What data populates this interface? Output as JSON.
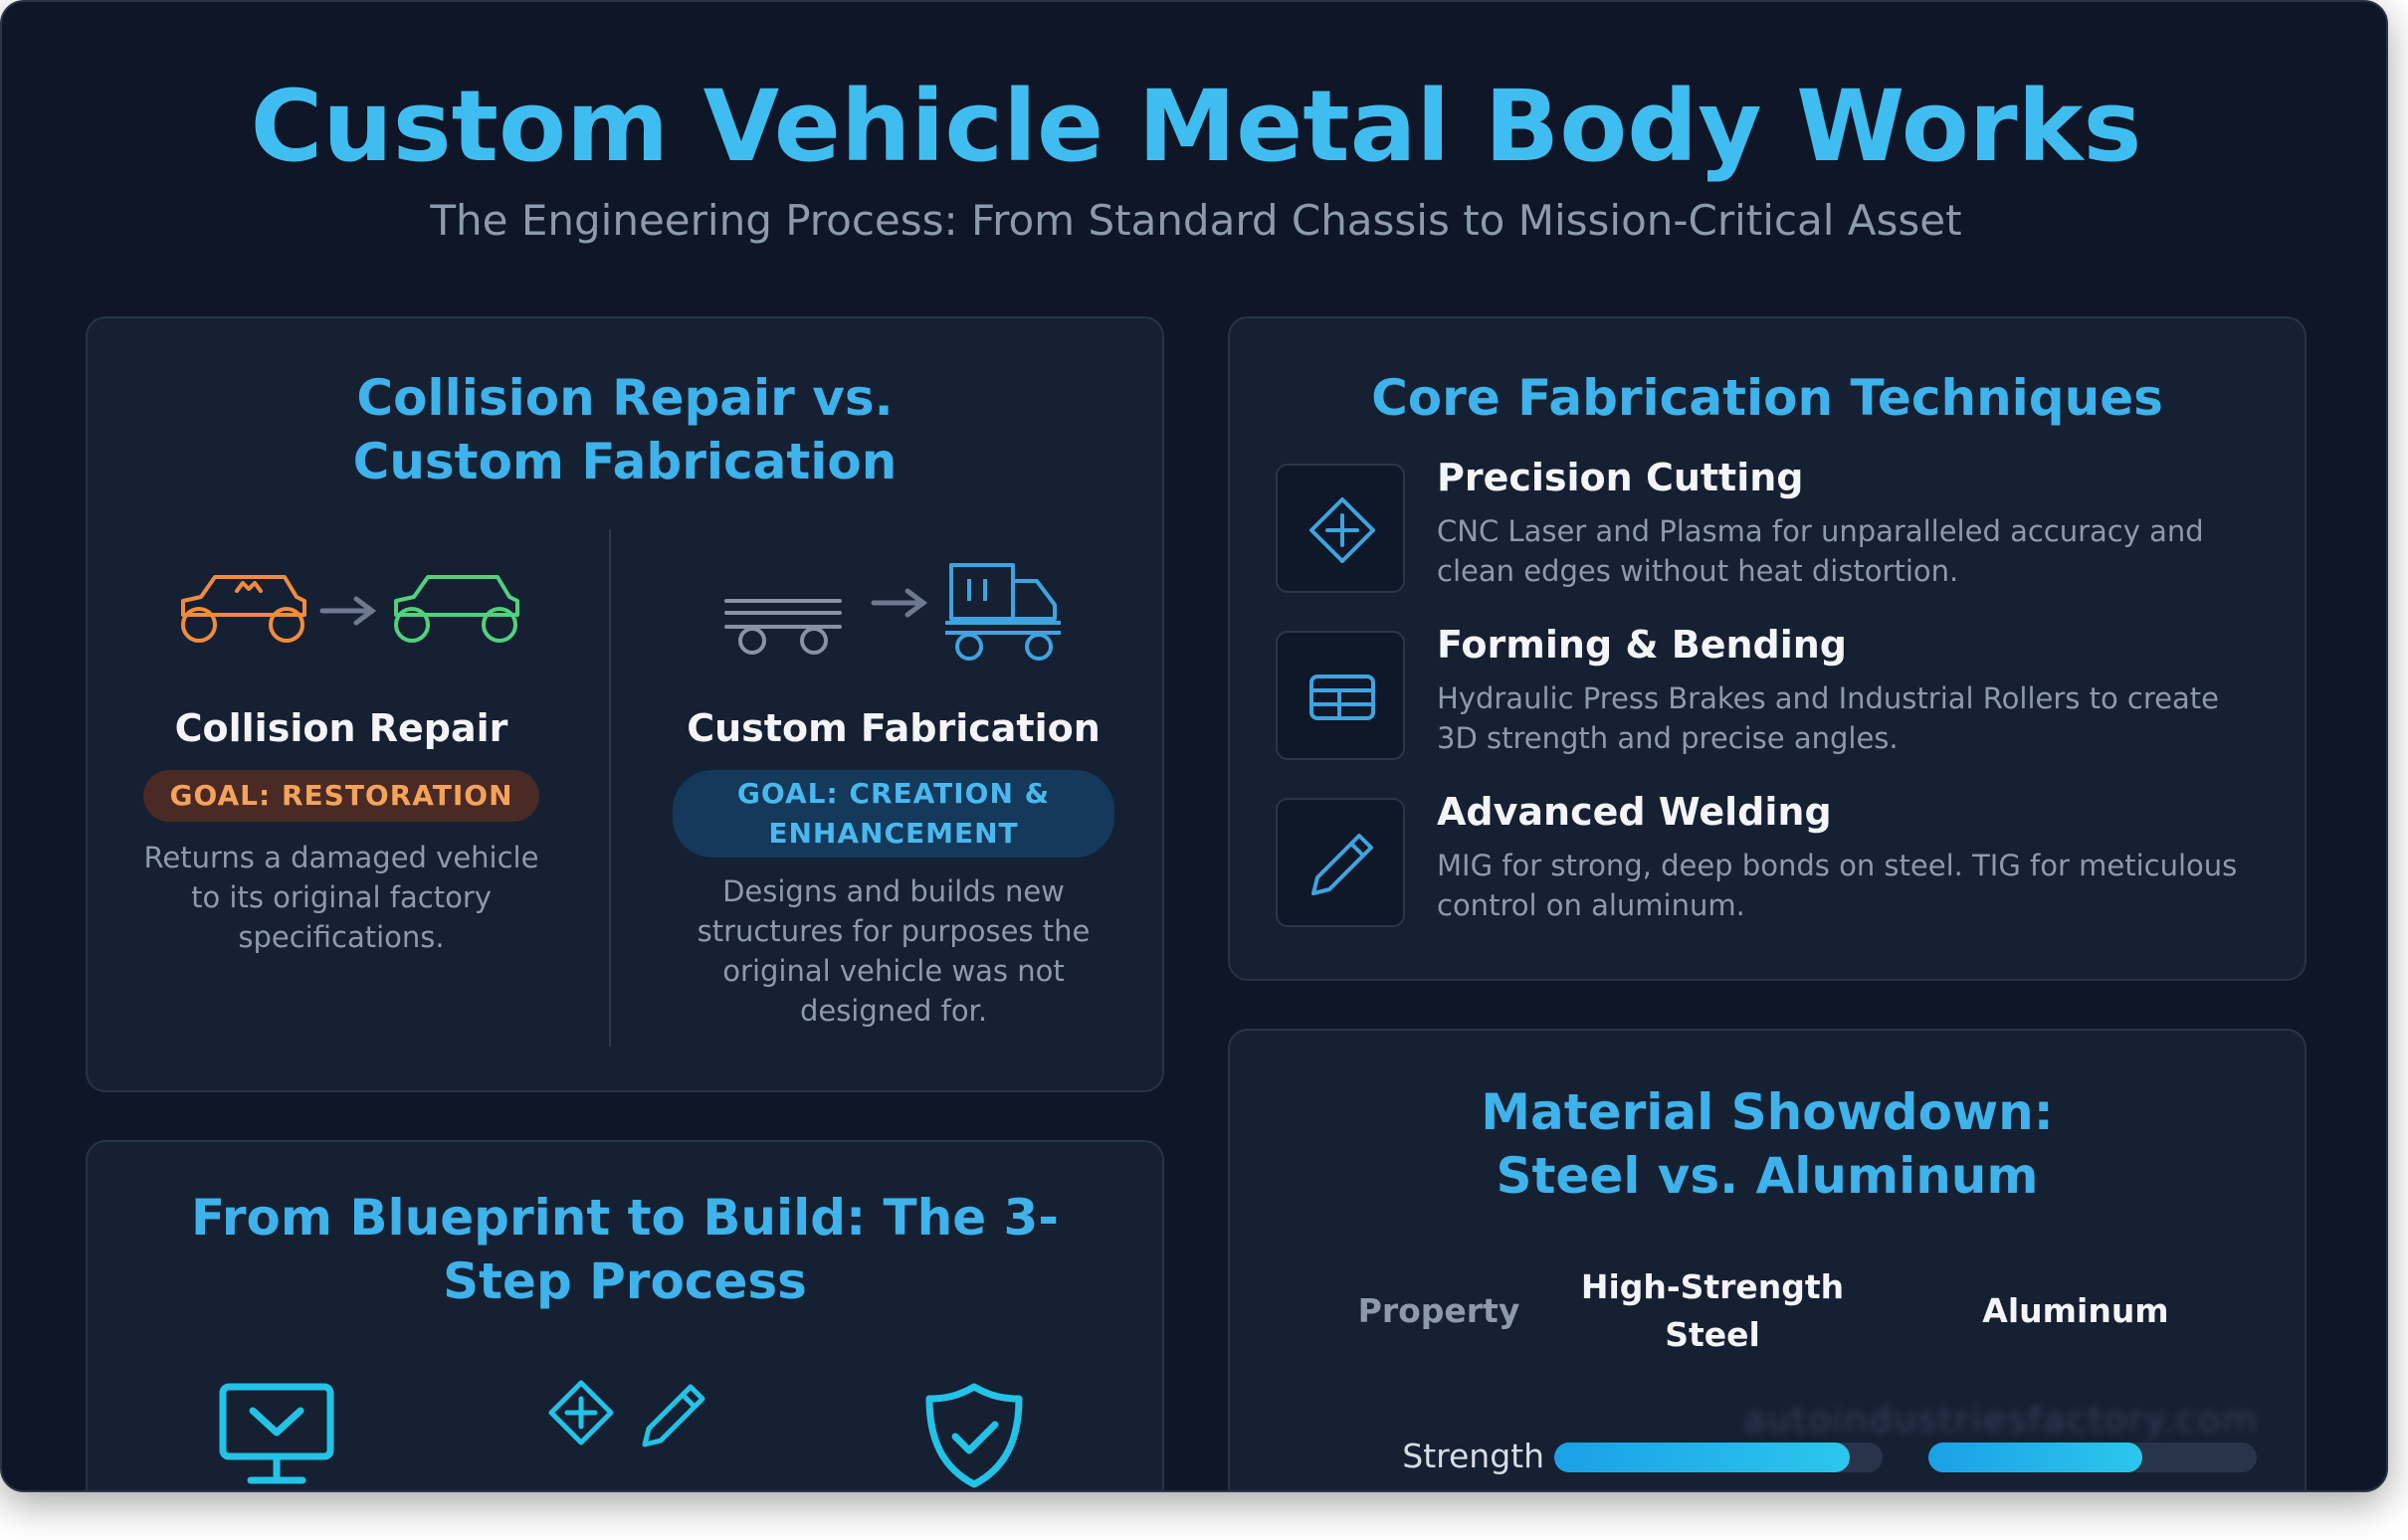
{
  "header": {
    "title": "Custom Vehicle Metal Body Works",
    "subtitle": "The Engineering Process: From Standard Chassis to Mission-Critical Asset"
  },
  "comparison": {
    "title": "Collision Repair vs. Custom Fabrication",
    "repair": {
      "heading": "Collision Repair",
      "goal": "GOAL: RESTORATION",
      "description": "Returns a damaged vehicle to its original factory specifications.",
      "color": "#f28c3a"
    },
    "fabrication": {
      "heading": "Custom Fabrication",
      "goal": "GOAL: CREATION & ENHANCEMENT",
      "description": "Designs and builds new structures for purposes the original vehicle was not designed for.",
      "color": "#3ea4e0"
    }
  },
  "techniques": {
    "title": "Core Fabrication Techniques",
    "items": [
      {
        "icon": "crosshair-diamond-icon",
        "name": "Precision Cutting",
        "description": "CNC Laser and Plasma for unparalleled accuracy and clean edges without heat distortion."
      },
      {
        "icon": "press-brake-icon",
        "name": "Forming & Bending",
        "description": "Hydraulic Press Brakes and Industrial Rollers to create 3D strength and precise angles."
      },
      {
        "icon": "pencil-icon",
        "name": "Advanced Welding",
        "description": "MIG for strong, deep bonds on steel. TIG for meticulous control on aluminum."
      }
    ]
  },
  "process": {
    "title": "From Blueprint to Build: The 3-Step Process",
    "steps": [
      {
        "icon": "monitor-icon"
      },
      {
        "icon": "tools-icon"
      },
      {
        "icon": "shield-check-icon"
      }
    ]
  },
  "materials": {
    "title": "Material Showdown: Steel vs. Aluminum",
    "columns": {
      "property": "Property",
      "steel": "High-Strength Steel",
      "aluminum": "Aluminum"
    },
    "rows": [
      {
        "property": "Strength",
        "steel": 0.9,
        "aluminum": 0.65
      }
    ]
  },
  "watermark": "autoindustriesfactory.com"
}
